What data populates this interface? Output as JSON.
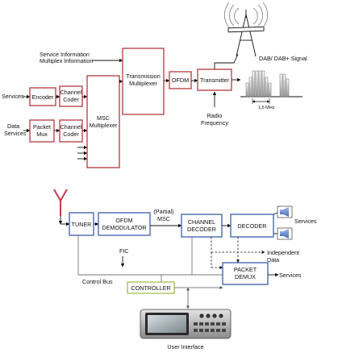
{
  "transmitter": {
    "service_info": "Service Information",
    "multiplex_info": "Multiplex Information",
    "services": "Services",
    "data_services_1": "Data",
    "data_services_2": "Services",
    "encoder": "Encoder",
    "channel_coder_1": [
      "Channel",
      "Coder"
    ],
    "channel_coder_2": [
      "Channel",
      "Coder"
    ],
    "packet_mux": [
      "Packet",
      "Mux"
    ],
    "msc_multiplexer": [
      "MSC",
      "Multiplexer"
    ],
    "transmission_multiplexer": [
      "Transmission",
      "Multiplexer"
    ],
    "ofdm": "OFDM",
    "transmitter": "Transmitter",
    "radio_frequency": [
      "Radio",
      "Frequency"
    ],
    "signal_label": "DAB/ DAB+ Signal",
    "bandwidth_label": "1,5 MHz"
  },
  "receiver": {
    "tuner": "TUNER",
    "ofdm_demodulator": [
      "OFDM",
      "DEMODULATOR"
    ],
    "partial_msc": [
      "(Partial)",
      "MSC"
    ],
    "channel_decoder": [
      "CHANNEL",
      "DECODER"
    ],
    "decoder": "DECODER",
    "services_top": "Services",
    "independent_data": [
      "Independent",
      "Data"
    ],
    "packet_demux": [
      "PACKET",
      "DEMUX"
    ],
    "services_bottom": "Services",
    "fic": "FIC",
    "control_bus": "Control Bus",
    "controller": "CONTROLLER",
    "user_interface": "User Interface"
  },
  "colors": {
    "transmitter_box": "#b5393f",
    "receiver_box": "#3a5fa8",
    "controller_box": "#9fbf4f",
    "speaker": "#5a7fc0"
  }
}
